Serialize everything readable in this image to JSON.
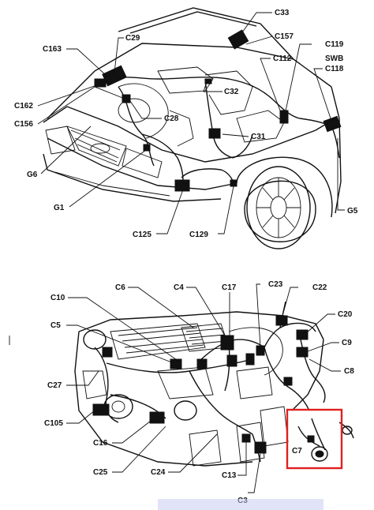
{
  "labels_top": [
    {
      "id": "c33",
      "text": "C33"
    },
    {
      "id": "c157",
      "text": "C157"
    },
    {
      "id": "c29",
      "text": "C29"
    },
    {
      "id": "c163",
      "text": "C163"
    },
    {
      "id": "c119",
      "text": "C119"
    },
    {
      "id": "c112",
      "text": "C112"
    },
    {
      "id": "swb",
      "text": "SWB"
    },
    {
      "id": "c118",
      "text": "C118"
    },
    {
      "id": "c32",
      "text": "C32"
    },
    {
      "id": "c162",
      "text": "C162"
    },
    {
      "id": "c156",
      "text": "C156"
    },
    {
      "id": "c28",
      "text": "C28"
    },
    {
      "id": "c31",
      "text": "C31"
    },
    {
      "id": "g6",
      "text": "G6"
    },
    {
      "id": "g1",
      "text": "G1"
    },
    {
      "id": "g5",
      "text": "G5"
    },
    {
      "id": "c125",
      "text": "C125"
    },
    {
      "id": "c129",
      "text": "C129"
    }
  ],
  "labels_bottom": [
    {
      "id": "c6",
      "text": "C6"
    },
    {
      "id": "c4",
      "text": "C4"
    },
    {
      "id": "c17",
      "text": "C17"
    },
    {
      "id": "c23",
      "text": "C23"
    },
    {
      "id": "c22",
      "text": "C22"
    },
    {
      "id": "c10",
      "text": "C10"
    },
    {
      "id": "c20",
      "text": "C20"
    },
    {
      "id": "c5",
      "text": "C5"
    },
    {
      "id": "c9",
      "text": "C9"
    },
    {
      "id": "c27",
      "text": "C27"
    },
    {
      "id": "c8",
      "text": "C8"
    },
    {
      "id": "c105",
      "text": "C105"
    },
    {
      "id": "c16",
      "text": "C16"
    },
    {
      "id": "c7",
      "text": "C7"
    },
    {
      "id": "c25",
      "text": "C25"
    },
    {
      "id": "c24",
      "text": "C24"
    },
    {
      "id": "c13",
      "text": "C13"
    },
    {
      "id": "c3",
      "text": "C3"
    }
  ],
  "highlight_color": "#e02020",
  "watermark_color": "#c9cdf3"
}
